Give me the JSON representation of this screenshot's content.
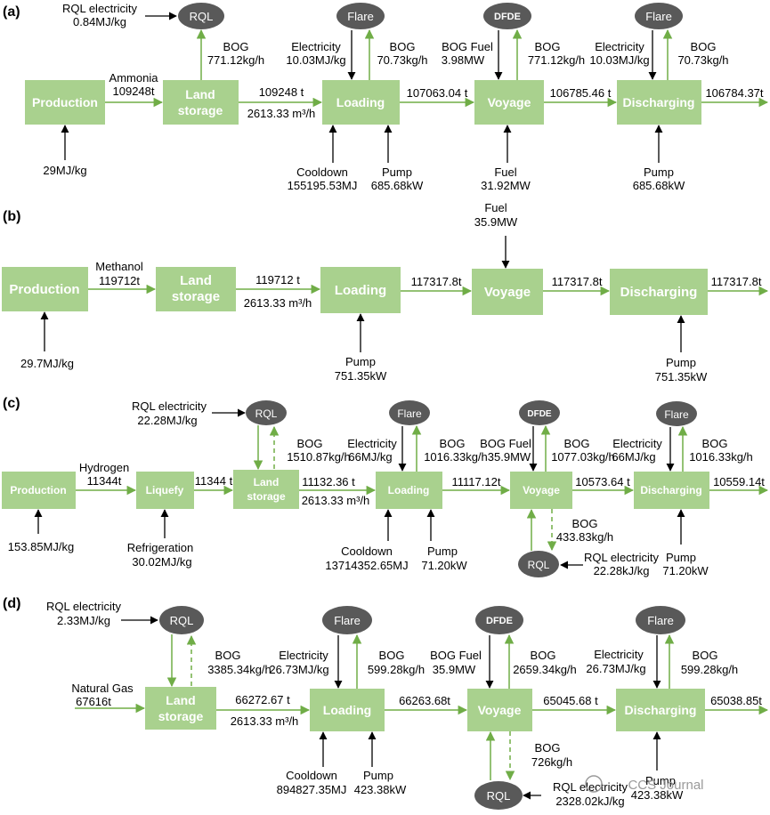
{
  "panel_a": {
    "label": "(a)",
    "nodes": {
      "production": "Production",
      "land": "Land",
      "storage": "storage",
      "loading": "Loading",
      "voyage": "Voyage",
      "discharging": "Discharging",
      "rql": "RQL",
      "flare1": "Flare",
      "dfde": "DFDE",
      "flare2": "Flare"
    },
    "labels": {
      "rql_elec1": "RQL electricity",
      "rql_elec2": "0.84MJ/kg",
      "ammonia1": "Ammonia",
      "ammonia2": "109248t",
      "bog1a": "BOG",
      "bog1b": "771.12kg/h",
      "land_out1": "109248 t",
      "land_out2": "2613.33 m³/h",
      "elec1a": "Electricity",
      "elec1b": "10.03MJ/kg",
      "bog2a": "BOG",
      "bog2b": "70.73kg/h",
      "load_out": "107063.04 t",
      "bogfuel1": "BOG Fuel",
      "bogfuel2": "3.98MW",
      "bog3a": "BOG",
      "bog3b": "771.12kg/h",
      "voy_out": "106785.46 t",
      "elec2a": "Electricity",
      "elec2b": "10.03MJ/kg",
      "bog4a": "BOG",
      "bog4b": "70.73kg/h",
      "dis_out": "106784.37t",
      "prod_in": "29MJ/kg",
      "cool1": "Cooldown",
      "cool2": "155195.53MJ",
      "pump1a": "Pump",
      "pump1b": "685.68kW",
      "fuel1": "Fuel",
      "fuel2": "31.92MW",
      "pump2a": "Pump",
      "pump2b": "685.68kW"
    }
  },
  "panel_b": {
    "label": "(b)",
    "nodes": {
      "production": "Production",
      "land": "Land",
      "storage": "storage",
      "loading": "Loading",
      "voyage": "Voyage",
      "discharging": "Discharging"
    },
    "labels": {
      "fuel1": "Fuel",
      "fuel2": "35.9MW",
      "meth1": "Methanol",
      "meth2": "119712t",
      "land_out1": "119712 t",
      "land_out2": "2613.33 m³/h",
      "load_out": "117317.8t",
      "voy_out": "117317.8t",
      "dis_out": "117317.8t",
      "prod_in": "29.7MJ/kg",
      "pump1a": "Pump",
      "pump1b": "751.35kW",
      "pump2a": "Pump",
      "pump2b": "751.35kW"
    }
  },
  "panel_c": {
    "label": "(c)",
    "nodes": {
      "production": "Production",
      "liquefy": "Liquefy",
      "land": "Land",
      "storage": "storage",
      "loading": "Loading",
      "voyage": "Voyage",
      "discharging": "Discharging",
      "rql1": "RQL",
      "flare1": "Flare",
      "dfde": "DFDE",
      "flare2": "Flare",
      "rql2": "RQL"
    },
    "labels": {
      "rql_elec1": "RQL electricity",
      "rql_elec2": "22.28MJ/kg",
      "bog1a": "BOG",
      "bog1b": "1510.87kg/h",
      "elec1a": "Electricity",
      "elec1b": "66MJ/kg",
      "bog2a": "BOG",
      "bog2b": "1016.33kg/h",
      "bogfuel1": "BOG Fuel",
      "bogfuel2": "35.9MW",
      "bog3a": "BOG",
      "bog3b": "1077.03kg/h",
      "elec2a": "Electricity",
      "elec2b": "66MJ/kg",
      "bog4a": "BOG",
      "bog4b": "1016.33kg/h",
      "h2a": "Hydrogen",
      "h2b": "11344t",
      "liq_out": "11344 t",
      "land_out1": "11132.36 t",
      "land_out2": "2613.33 m³/h",
      "load_out": "11117.12t",
      "voy_out": "10573.64 t",
      "dis_out": "10559.14t",
      "bog5a": "BOG",
      "bog5b": "433.83kg/h",
      "rql2_elec1": "RQL electricity",
      "rql2_elec2": "22.28kJ/kg",
      "prod_in": "153.85MJ/kg",
      "refr1": "Refrigeration",
      "refr2": "30.02MJ/kg",
      "cool1": "Cooldown",
      "cool2": "13714352.65MJ",
      "pump1a": "Pump",
      "pump1b": "71.20kW",
      "pump2a": "Pump",
      "pump2b": "71.20kW"
    }
  },
  "panel_d": {
    "label": "(d)",
    "nodes": {
      "land": "Land",
      "storage": "storage",
      "loading": "Loading",
      "voyage": "Voyage",
      "discharging": "Discharging",
      "rql1": "RQL",
      "flare1": "Flare",
      "dfde": "DFDE",
      "flare2": "Flare",
      "rql2": "RQL"
    },
    "labels": {
      "rql_elec1": "RQL electricity",
      "rql_elec2": "2.33MJ/kg",
      "bog1a": "BOG",
      "bog1b": "3385.34kg/h",
      "elec1a": "Electricity",
      "elec1b": "26.73MJ/kg",
      "bog2a": "BOG",
      "bog2b": "599.28kg/h",
      "bogfuel1": "BOG Fuel",
      "bogfuel2": "35.9MW",
      "bog3a": "BOG",
      "bog3b": "2659.34kg/h",
      "elec2a": "Electricity",
      "elec2b": "26.73MJ/kg",
      "bog4a": "BOG",
      "bog4b": "599.28kg/h",
      "ng1": "Natural Gas",
      "ng2": "67616t",
      "land_out1": "66272.67 t",
      "land_out2": "2613.33 m³/h",
      "load_out": "66263.68t",
      "voy_out": "65045.68 t",
      "dis_out": "65038.85t",
      "bog5a": "BOG",
      "bog5b": "726kg/h",
      "rql2_elec1": "RQL electricity",
      "rql2_elec2": "2328.02kJ/kg",
      "cool1": "Cooldown",
      "cool2": "894827.35MJ",
      "pump1a": "Pump",
      "pump1b": "423.38kW",
      "pump2a": "Pump",
      "pump2b": "423.38kW"
    }
  },
  "watermark": "CCS Journal",
  "colors": {
    "box": "#a9d18e",
    "oval": "#595959",
    "green_arrow": "#70ad47",
    "black_arrow": "#000000"
  }
}
